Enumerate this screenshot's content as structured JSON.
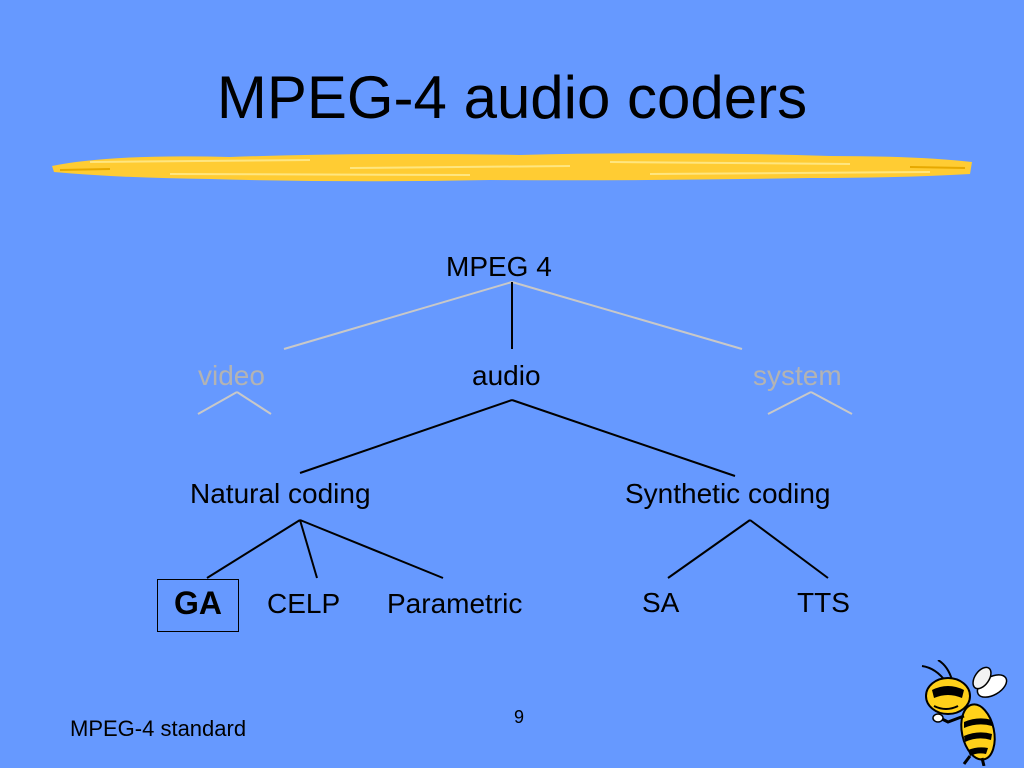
{
  "slide": {
    "title": "MPEG-4 audio coders",
    "footer": "MPEG-4 standard",
    "page_number": "9"
  },
  "tree": {
    "root": "MPEG 4",
    "level1": {
      "video": "video",
      "audio": "audio",
      "system": "system"
    },
    "level2": {
      "natural": "Natural coding",
      "synthetic": "Synthetic coding"
    },
    "leaves": {
      "ga": "GA",
      "celp": "CELP",
      "parametric": "Parametric",
      "sa": "SA",
      "tts": "TTS"
    }
  },
  "colors": {
    "background": "#6699ff",
    "accent_underline": "#ffcc33",
    "dimmed": "#b3b3b3"
  },
  "icons": {
    "mascot": "yellow-jacket-bee-icon"
  }
}
